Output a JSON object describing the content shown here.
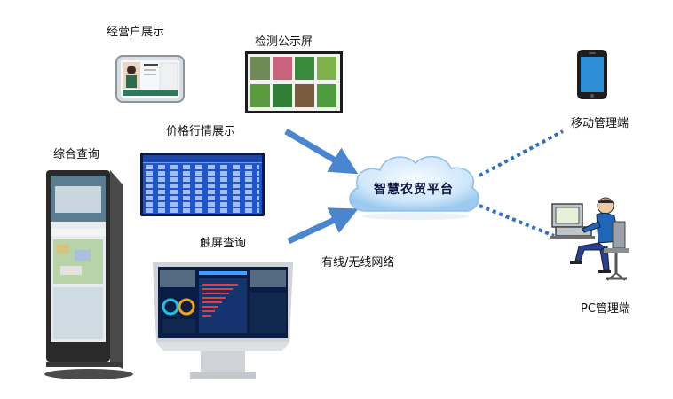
{
  "labels": {
    "merchant_display": "经营户展示",
    "test_screen": "检测公示屏",
    "price_display": "价格行情展示",
    "integrated_query": "综合查询",
    "touch_query": "触屏查询",
    "network": "有线/无线网络",
    "cloud_platform": "智慧农贸平台",
    "mobile_admin": "移动管理端",
    "pc_admin": "PC管理端"
  },
  "colors": {
    "arrow": "#4a86cf",
    "dotted_link": "#2f6fc0",
    "cloud_fill": "#cfe6fb",
    "cloud_stroke": "#8fbfe9",
    "screen_blue": "#1f56c9"
  },
  "icons": [
    "mobile-phone-icon",
    "pc-operator-icon"
  ]
}
